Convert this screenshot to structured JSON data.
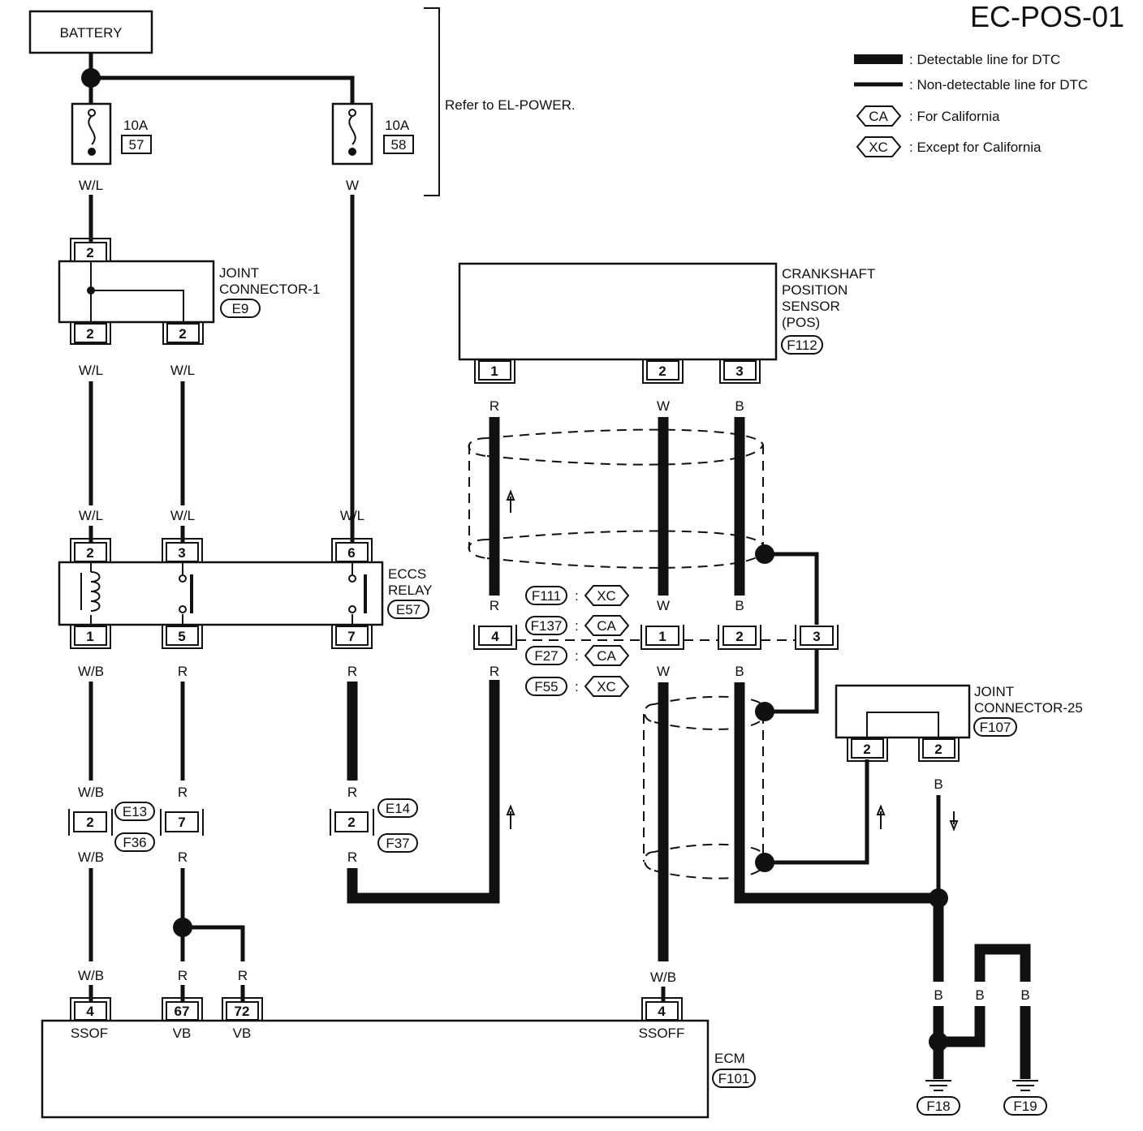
{
  "page_id": "EC-POS-01",
  "legend": {
    "detectable": ": Detectable line for DTC",
    "non_detectable": ": Non-detectable line for DTC",
    "ca_symbol": "CA",
    "ca_text": ": For California",
    "xc_symbol": "XC",
    "xc_text": ": Except for California"
  },
  "battery": "BATTERY",
  "refer": "Refer to EL-POWER.",
  "fuses": [
    {
      "rating": "10A",
      "number": "57"
    },
    {
      "rating": "10A",
      "number": "58"
    }
  ],
  "components": {
    "jc1": {
      "line1": "JOINT",
      "line2": "CONNECTOR-1",
      "code": "E9"
    },
    "relay": {
      "line1": "ECCS",
      "line2": "RELAY",
      "code": "E57"
    },
    "pos": {
      "line1": "CRANKSHAFT",
      "line2": "POSITION",
      "line3": "SENSOR",
      "line4": "(POS)",
      "code": "F112"
    },
    "jc25": {
      "line1": "JOINT",
      "line2": "CONNECTOR-25",
      "code": "F107"
    },
    "ecm": {
      "name": "ECM",
      "code": "F101"
    }
  },
  "connector_table": [
    {
      "code": "F111",
      "sep": ":",
      "region": "XC"
    },
    {
      "code": "F137",
      "sep": ":",
      "region": "CA"
    },
    {
      "code": "F27",
      "sep": ":",
      "region": "CA"
    },
    {
      "code": "F55",
      "sep": ":",
      "region": "XC"
    }
  ],
  "connectors": {
    "e13": "E13",
    "f36": "F36",
    "e14": "E14",
    "f37": "F37",
    "f18": "F18",
    "f19": "F19"
  },
  "ecm_terminals": [
    {
      "pin": "4",
      "name": "SSOF"
    },
    {
      "pin": "67",
      "name": "VB"
    },
    {
      "pin": "72",
      "name": "VB"
    },
    {
      "pin": "4",
      "name": "SSOFF"
    }
  ],
  "wire_colors": {
    "wl": "W/L",
    "w": "W",
    "wb": "W/B",
    "r": "R",
    "b": "B"
  },
  "pins": {
    "p1": "1",
    "p2": "2",
    "p3": "3",
    "p4": "4",
    "p5": "5",
    "p6": "6",
    "p7": "7"
  }
}
